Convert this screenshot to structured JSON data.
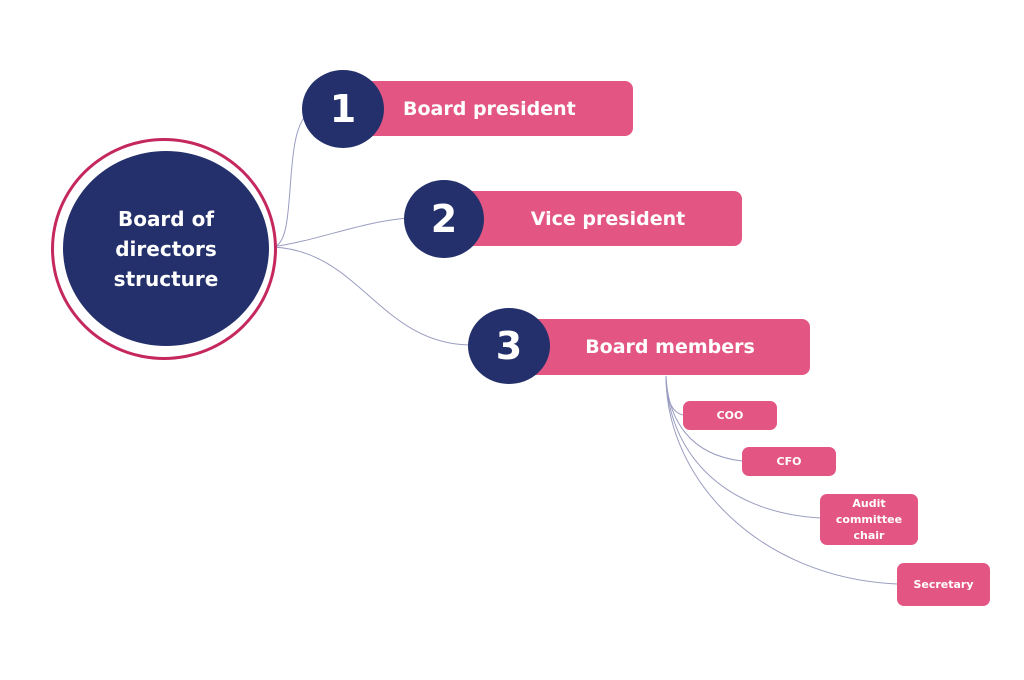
{
  "root": {
    "label": "Board of\ndirectors\nstructure"
  },
  "branches": [
    {
      "number": "1",
      "label": "Board president"
    },
    {
      "number": "2",
      "label": "Vice president"
    },
    {
      "number": "3",
      "label": "Board members"
    }
  ],
  "sub_branches": [
    {
      "label": "COO"
    },
    {
      "label": "CFO"
    },
    {
      "label": "Audit\ncommittee\nchair"
    },
    {
      "label": "Secretary"
    }
  ],
  "colors": {
    "navy": "#24306b",
    "pink": "#e35683",
    "ring": "#c4285f",
    "connector": "#9a9dc0"
  }
}
